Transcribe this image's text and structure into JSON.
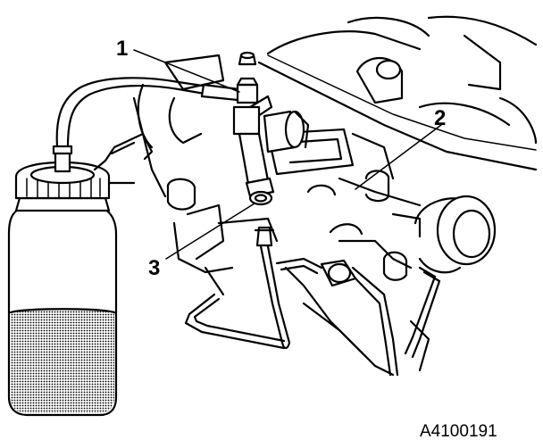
{
  "callouts": [
    {
      "id": "1",
      "label": "1"
    },
    {
      "id": "2",
      "label": "2"
    },
    {
      "id": "3",
      "label": "3"
    }
  ],
  "figure_id": "A4100191"
}
